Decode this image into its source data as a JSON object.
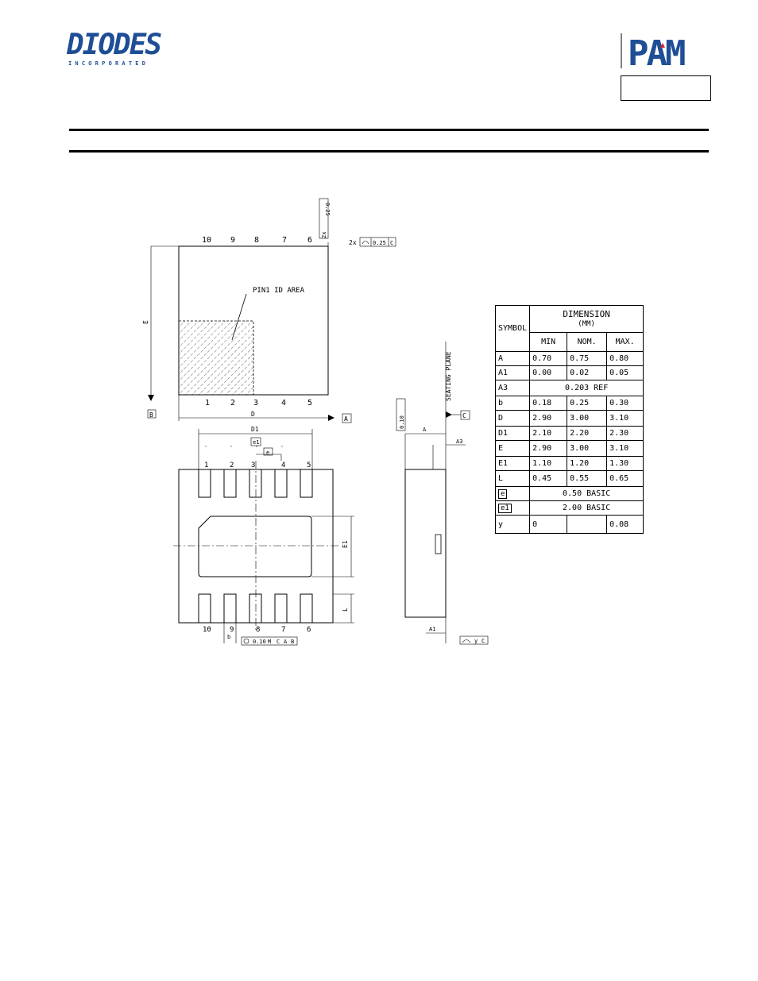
{
  "header": {
    "company": "DIODES",
    "company_sub": "I N C O R P O R A T E D",
    "brand": "PAM"
  },
  "drawing": {
    "top_pins": [
      "10",
      "9",
      "8",
      "7",
      "6"
    ],
    "bottom_pins": [
      "1",
      "2",
      "3",
      "4",
      "5"
    ],
    "pin1_label": "PIN1 ID AREA",
    "label_E": "E",
    "label_D": "D",
    "label_B": "B",
    "label_A": "A",
    "label_C": "C",
    "label_D1": "D1",
    "label_e1": "e1",
    "label_e": "e",
    "label_E1": "E1",
    "label_L": "L",
    "label_b": "b",
    "label_A_side": "A",
    "label_A3": "A3",
    "label_A1": "A1",
    "seating_plane": "SEATING PLANE",
    "tol_top": "2x",
    "tol_top_val": "0.25",
    "tol_side_val": "0.10",
    "tol_bottom": "0.10",
    "tol_bottom_refs": [
      "M",
      "C",
      "A",
      "B"
    ],
    "tol_a1": "y",
    "flatness": "0.10"
  },
  "table": {
    "symbol_header": "SYMBOL",
    "dim_header": "DIMENSION",
    "unit_header": "(MM)",
    "cols": [
      "MIN",
      "NOM.",
      "MAX."
    ],
    "rows": [
      {
        "sym": "A",
        "min": "0.70",
        "nom": "0.75",
        "max": "0.80"
      },
      {
        "sym": "A1",
        "min": "0.00",
        "nom": "0.02",
        "max": "0.05"
      },
      {
        "sym": "A3",
        "span": "0.203  REF"
      },
      {
        "sym": "b",
        "min": "0.18",
        "nom": "0.25",
        "max": "0.30"
      },
      {
        "sym": "D",
        "min": "2.90",
        "nom": "3.00",
        "max": "3.10"
      },
      {
        "sym": "D1",
        "min": "2.10",
        "nom": "2.20",
        "max": "2.30"
      },
      {
        "sym": "E",
        "min": "2.90",
        "nom": "3.00",
        "max": "3.10"
      },
      {
        "sym": "E1",
        "min": "1.10",
        "nom": "1.20",
        "max": "1.30"
      },
      {
        "sym": "L",
        "min": "0.45",
        "nom": "0.55",
        "max": "0.65"
      },
      {
        "sym": "e",
        "span": "0.50  BASIC",
        "boxed": true
      },
      {
        "sym": "e1",
        "span": "2.00  BASIC",
        "boxed": true
      },
      {
        "sym": "y",
        "min": "0",
        "nom": "",
        "max": "0.08"
      }
    ]
  },
  "colors": {
    "pam_blue": "#1f4e96",
    "pam_red": "#d9202b",
    "diodes_blue": "#1f4e96"
  }
}
